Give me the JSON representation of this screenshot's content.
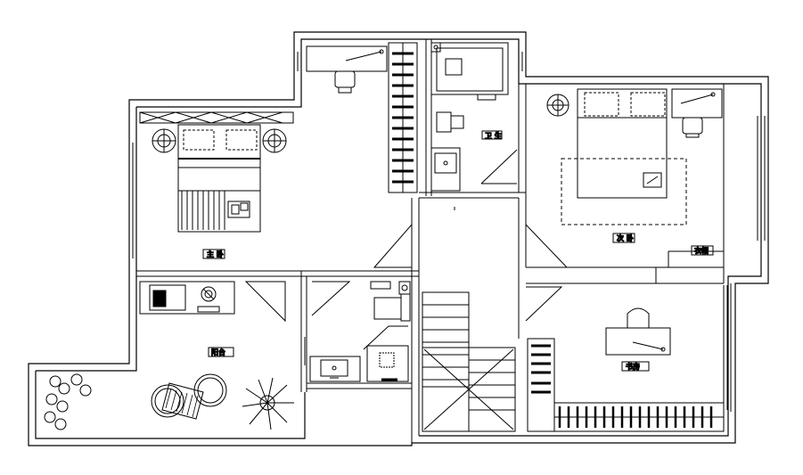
{
  "plan": {
    "labels": {
      "bedroom_left": "主 卧",
      "bathroom_top": "卫 生",
      "bedroom_right": "次 卧",
      "balcony_room": "阳台",
      "study": "书房",
      "tag_right": "衣帽"
    },
    "colors": {
      "line": "#000000",
      "background": "#ffffff"
    }
  }
}
